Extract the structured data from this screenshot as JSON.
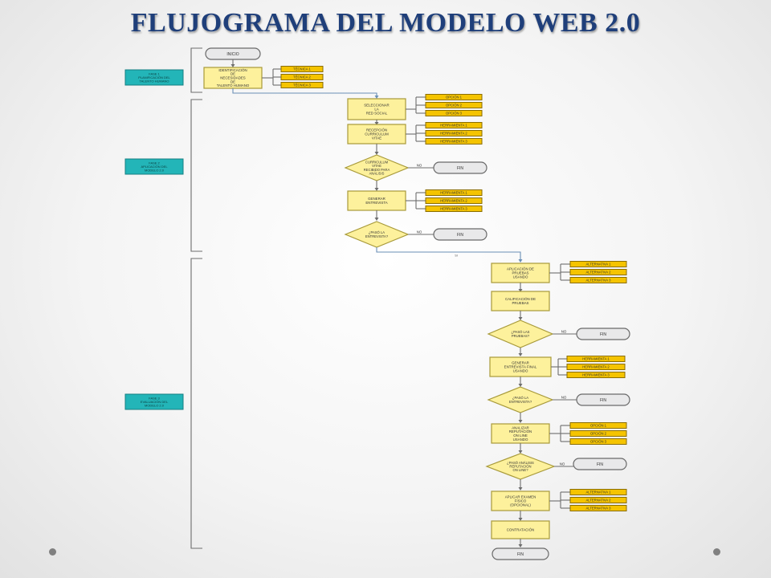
{
  "title": "FLUJOGRAMA DEL MODELO WEB 2.0",
  "phases": [
    {
      "label": "FASE 1\nPLANIFICACIÓN DEL\nTALENTO HUMANO"
    },
    {
      "label": "FASE 2\nAPLICACIÓN DEL\nMODELO 2.0"
    },
    {
      "label": "FASE 3\nEVALUACIÓN DEL\nMODELO 2.0"
    }
  ],
  "nodes": {
    "start": "INICIO",
    "p1": "IDENTIFICACIÓN\nDE\nNECESIDADES\nDE\nTALENTO HUMANO",
    "p2": "SELECCIONAR\nLA\nRED SOCIAL",
    "p3": "RECEPCIÓN\nCURRICULUM\nVITAE",
    "d1": "CURRICULUM\nVITAE\nRECIBIDO PARA\nANÁLISIS",
    "p4": "GENERAR\nENTREVISTA",
    "d2": "¿PASÓ LA\nENTREVISTA?",
    "p5": "APLICACIÓN DE\nPRUEBAS\nUSANDO",
    "p6": "CALIFICACIÓN DE\nPRUEBAS",
    "d3": "¿PASÓ LAS\nPRUEBAS?",
    "p7": "GENERAR\nENTREVISTA FINAL\nUSANDO",
    "d4": "¿PASÓ LA\nENTREVISTA?",
    "p8": "ANALIZAR\nREPUTACIÓN\nON LINE\nUSANDO",
    "d5": "¿PASÓ ANÁLISIS\nREPUTACIÓN\nON LINE?",
    "p9": "APLICAR EXAMEN\nFÍSICO\n(OPCIONAL)",
    "p10": "CONTRATACIÓN",
    "end": "FIN"
  },
  "options": {
    "g1": [
      "TÉCNICA 1",
      "TÉCNICA 2",
      "TÉCNICA 3"
    ],
    "g2": [
      "OPCIÓN 1",
      "OPCIÓN 2",
      "OPCIÓN 3"
    ],
    "g3": [
      "HERRAMIENTA 1",
      "HERRAMIENTA 2",
      "HERRAMIENTA 3"
    ],
    "g4": [
      "HERRAMIENTA 1",
      "HERRAMIENTA 2",
      "HERRAMIENTA 3"
    ],
    "g5": [
      "ALTERNATIVA 1",
      "ALTERNATIVA 2",
      "ALTERNATIVA 3"
    ],
    "g6": [
      "HERRAMIENTA 1",
      "HERRAMIENTA 2",
      "HERRAMIENTA 3"
    ],
    "g7": [
      "OPCIÓN 1",
      "OPCIÓN 2",
      "OPCIÓN 3"
    ],
    "g8": [
      "ALTERNATIVA 1",
      "ALTERNATIVA 2",
      "ALTERNATIVA 3"
    ]
  },
  "no_label": "NO",
  "si_label": "SI",
  "fin_label": "FIN",
  "colors": {
    "process_fill": "#fdf19c",
    "process_stroke": "#a89a3a",
    "option_fill": "#f5c400",
    "option_stroke": "#8a6d00",
    "phase_fill": "#23b5b8",
    "terminator_fill": "#e9e9ea",
    "line": "#6d6d6d",
    "blue_line": "#6a8fb6",
    "title": "#1f3f7a"
  }
}
